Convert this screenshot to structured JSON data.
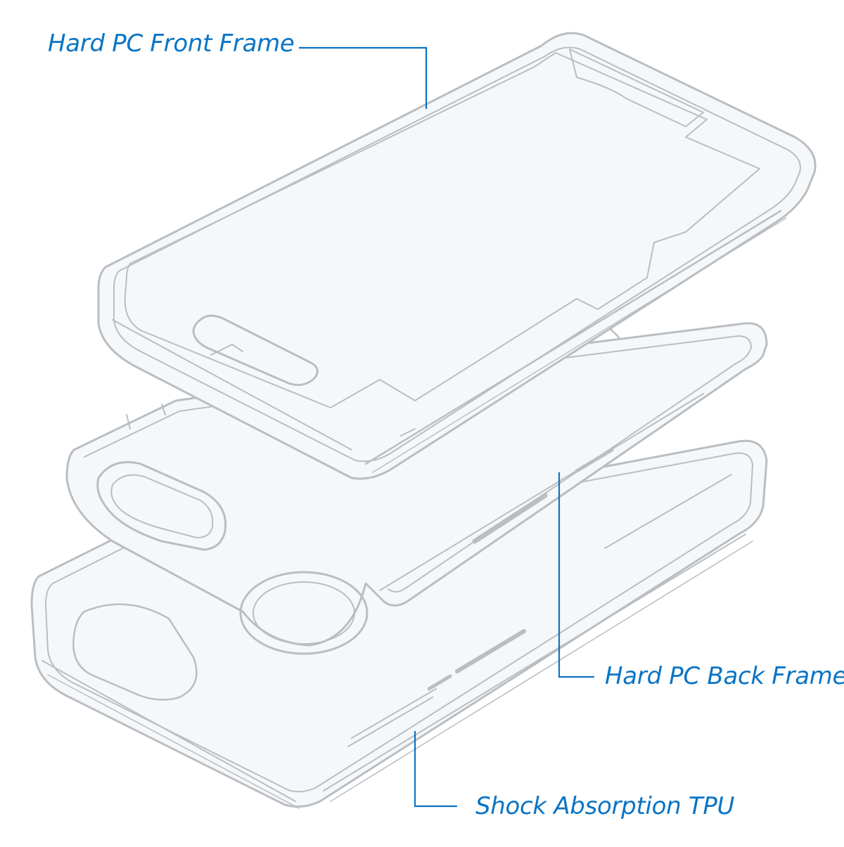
{
  "accent_color": "#0a74c4",
  "frame_stroke": "#b9bec3",
  "frame_fill": "#f6f7f8",
  "callouts": {
    "front": "Hard PC Front Frame",
    "back": "Hard PC Back Frame",
    "tpu": "Shock Absorption TPU"
  }
}
